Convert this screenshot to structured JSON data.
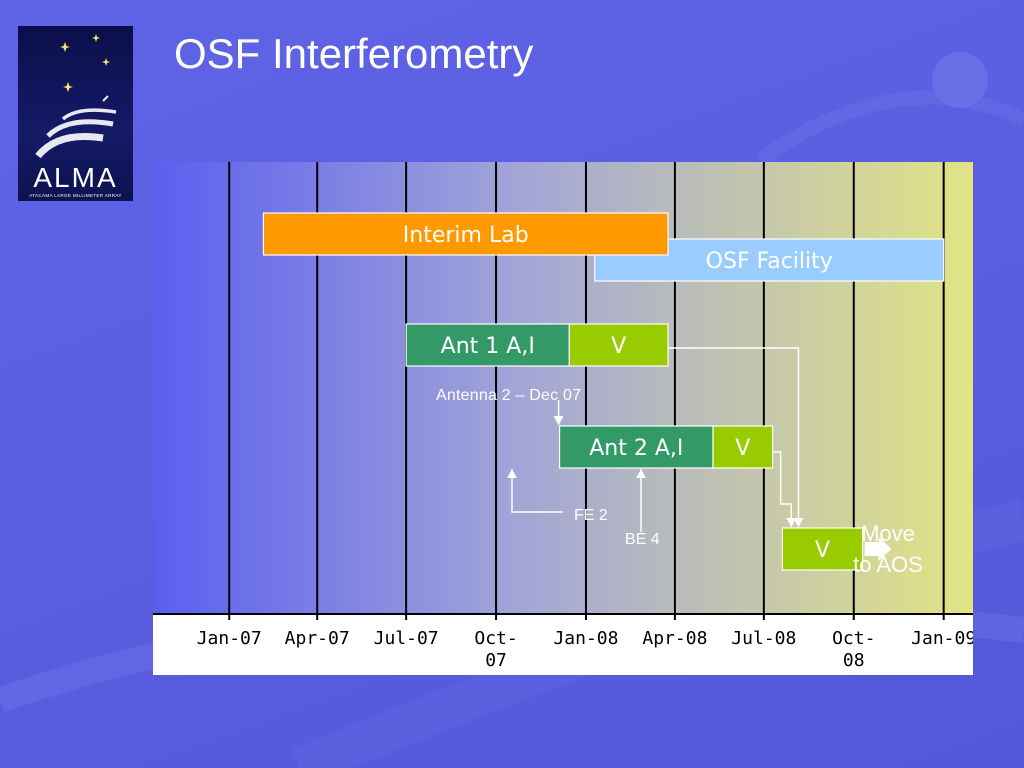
{
  "slide": {
    "title": "OSF Interferometry",
    "logo": {
      "name": "ALMA",
      "subtitle": "ATACAMA LARGE MILLIMETER ARRAY"
    }
  },
  "colors": {
    "interim_lab": "#ff9900",
    "osf_facility": "#99ccff",
    "antenna_bar": "#339966",
    "verification": "#99cc00",
    "annotation": "#ffffff"
  },
  "chart_data": {
    "type": "gantt",
    "x_axis": {
      "ticks": [
        {
          "label": "Jan-07",
          "date": "2007-01-01"
        },
        {
          "label": "Apr-07",
          "date": "2007-04-01"
        },
        {
          "label": "Jul-07",
          "date": "2007-07-01"
        },
        {
          "label": "Oct-07",
          "date": "2007-10-01"
        },
        {
          "label": "Jan-08",
          "date": "2008-01-01"
        },
        {
          "label": "Apr-08",
          "date": "2008-04-01"
        },
        {
          "label": "Jul-08",
          "date": "2008-07-01"
        },
        {
          "label": "Oct-08",
          "date": "2008-10-01"
        },
        {
          "label": "Jan-09",
          "date": "2009-01-01"
        }
      ],
      "range": [
        "2006-10-15",
        "2009-01-31"
      ],
      "grid": true
    },
    "bars": [
      {
        "id": "interim-lab",
        "label": "Interim Lab",
        "start": "2007-02-05",
        "end": "2008-03-25",
        "color": "#ff9900",
        "text_color": "#ffffff"
      },
      {
        "id": "osf-facility",
        "label": "OSF Facility",
        "start": "2008-01-10",
        "end": "2009-01-01",
        "color": "#99ccff",
        "text_color": "#ffffff"
      },
      {
        "id": "ant1",
        "label": "Ant 1 A,I",
        "start": "2007-07-01",
        "end": "2007-12-15",
        "color": "#339966",
        "text_color": "#ffffff"
      },
      {
        "id": "ant1-v",
        "label": "V",
        "start": "2007-12-15",
        "end": "2008-03-25",
        "color": "#99cc00",
        "text_color": "#ffffff"
      },
      {
        "id": "ant2",
        "label": "Ant 2 A,I",
        "start": "2007-12-05",
        "end": "2008-05-10",
        "color": "#339966",
        "text_color": "#ffffff"
      },
      {
        "id": "ant2-v",
        "label": "V",
        "start": "2008-05-10",
        "end": "2008-07-10",
        "color": "#99cc00",
        "text_color": "#ffffff"
      },
      {
        "id": "final-v",
        "label": "V",
        "start": "2008-07-20",
        "end": "2008-10-10",
        "color": "#99cc00",
        "text_color": "#ffffff"
      }
    ],
    "annotations": [
      {
        "id": "antenna2",
        "text": "Antenna 2 – Dec 07"
      },
      {
        "id": "fe2",
        "text": "FE 2"
      },
      {
        "id": "be4",
        "text": "BE 4"
      },
      {
        "id": "move",
        "lines": [
          "Move",
          "to AOS"
        ]
      }
    ]
  }
}
